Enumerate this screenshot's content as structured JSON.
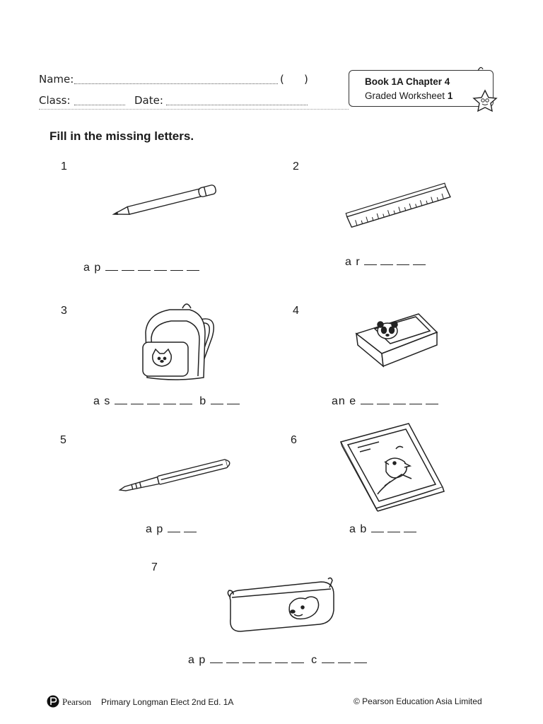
{
  "header": {
    "name_label": "Name:",
    "name_paren_open": "(",
    "name_paren_close": ")",
    "class_label": "Class:",
    "date_label": "Date:",
    "book_line": "Book 1A Chapter 4",
    "worksheet_text": "Graded Worksheet",
    "worksheet_num": "1"
  },
  "instruction": "Fill in the missing letters.",
  "items": [
    {
      "number": "1",
      "prefix": "a p",
      "blanks1": 6,
      "middle": "",
      "blanks2": 0
    },
    {
      "number": "2",
      "prefix": "a r",
      "blanks1": 4,
      "middle": "",
      "blanks2": 0
    },
    {
      "number": "3",
      "prefix": "a s",
      "blanks1": 5,
      "middle": "b",
      "blanks2": 2
    },
    {
      "number": "4",
      "prefix": "an e",
      "blanks1": 5,
      "middle": "",
      "blanks2": 0
    },
    {
      "number": "5",
      "prefix": "a p",
      "blanks1": 2,
      "middle": "",
      "blanks2": 0
    },
    {
      "number": "6",
      "prefix": "a b",
      "blanks1": 3,
      "middle": "",
      "blanks2": 0
    },
    {
      "number": "7",
      "prefix": "a p",
      "blanks1": 6,
      "middle": "c",
      "blanks2": 3
    }
  ],
  "footer": {
    "publisher": "Pearson",
    "course": "Primary Longman Elect 2nd Ed. 1A",
    "copyright": "© Pearson Education Asia Limited"
  }
}
